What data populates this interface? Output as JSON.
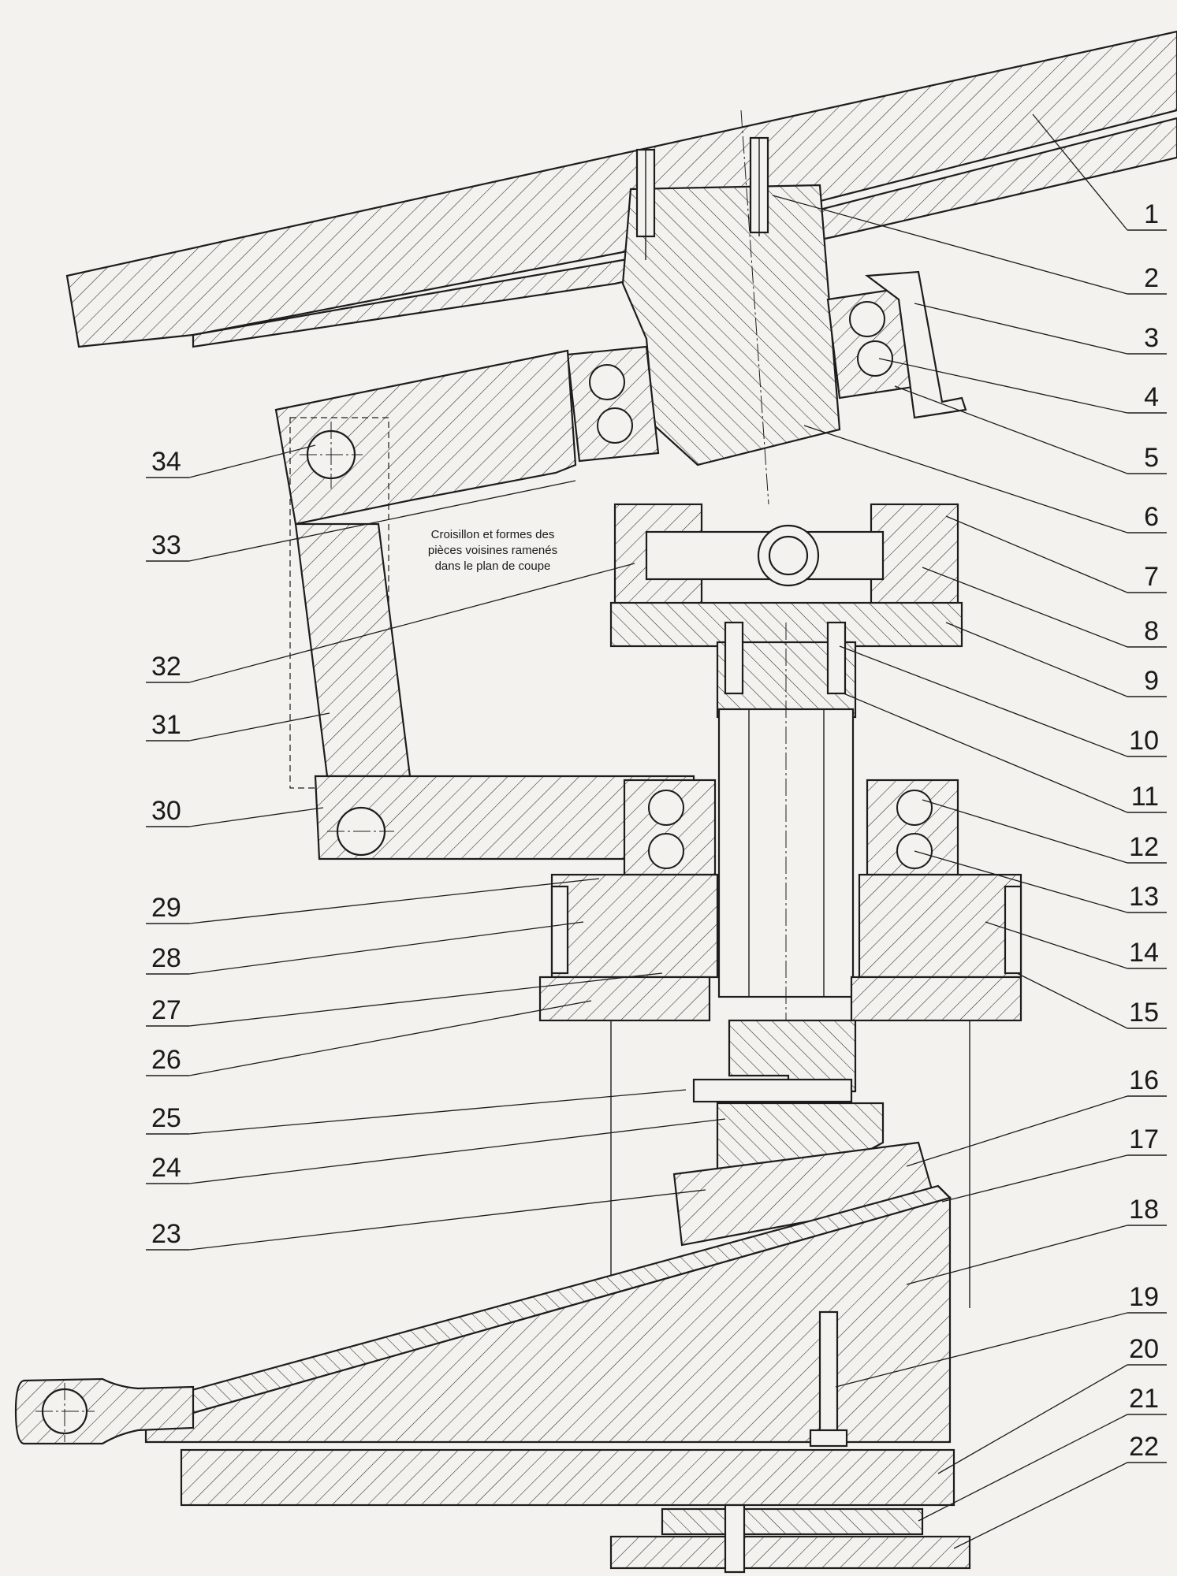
{
  "note": {
    "line1": "Croisillon et formes des",
    "line2": "pièces voisines ramenés",
    "line3": "dans le plan de coupe"
  },
  "callouts_left": [
    "34",
    "33",
    "32",
    "31",
    "30",
    "29",
    "28",
    "27",
    "26",
    "25",
    "24",
    "23"
  ],
  "callouts_right": [
    "1",
    "2",
    "3",
    "4",
    "5",
    "6",
    "7",
    "8",
    "9",
    "10",
    "11",
    "12",
    "13",
    "14",
    "15",
    "16",
    "17",
    "18",
    "19",
    "20",
    "21",
    "22"
  ]
}
